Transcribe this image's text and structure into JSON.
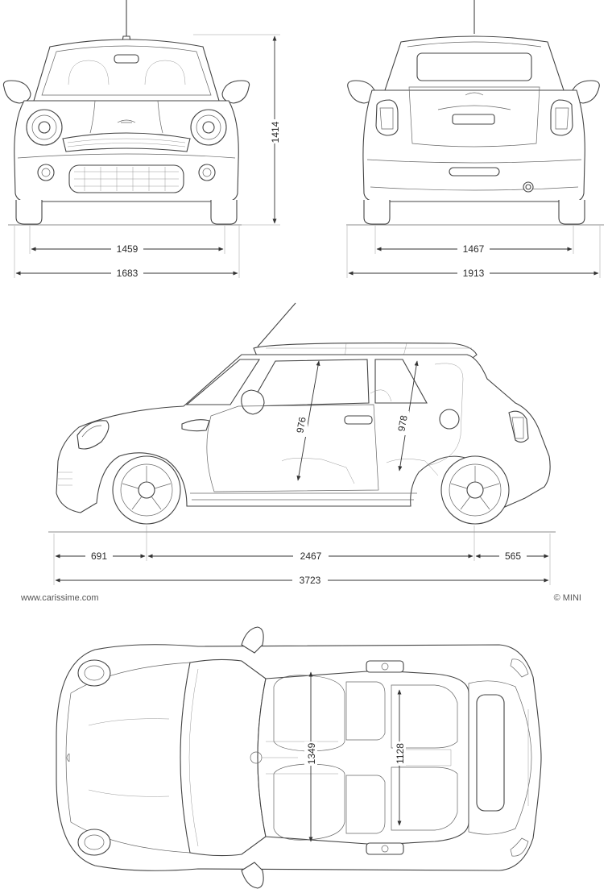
{
  "front_view": {
    "height_label": "1414",
    "track_label": "1459",
    "width_label": "1683"
  },
  "rear_view": {
    "track_label": "1467",
    "width_mirrors_label": "1913"
  },
  "side_view": {
    "front_headroom_label": "976",
    "rear_headroom_label": "978",
    "front_overhang_label": "691",
    "wheelbase_label": "2467",
    "rear_overhang_label": "565",
    "length_label": "3723"
  },
  "top_view": {
    "front_interior_width_label": "1349",
    "rear_interior_width_label": "1128"
  },
  "credits": {
    "website": "www.carissime.com",
    "copyright": "© MINI"
  }
}
